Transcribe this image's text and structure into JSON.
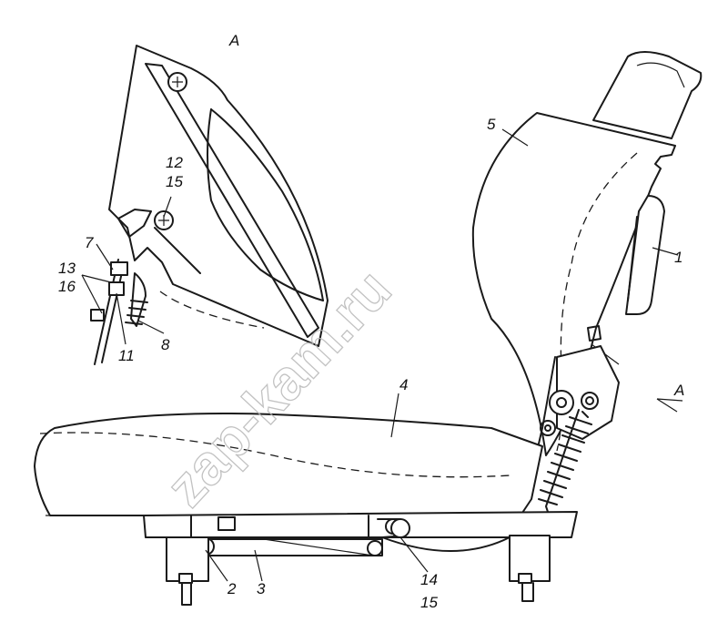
{
  "labels": {
    "view_a_top": "A",
    "view_a_arrow": "A",
    "p1": "1",
    "p2": "2",
    "p3": "3",
    "p4": "4",
    "p5": "5",
    "p7": "7",
    "p8": "8",
    "p11": "11",
    "p12": "12",
    "p13": "13",
    "p14": "14",
    "p15a": "15",
    "p15b": "15",
    "p16": "16"
  },
  "watermark": "zap-kam.ru"
}
